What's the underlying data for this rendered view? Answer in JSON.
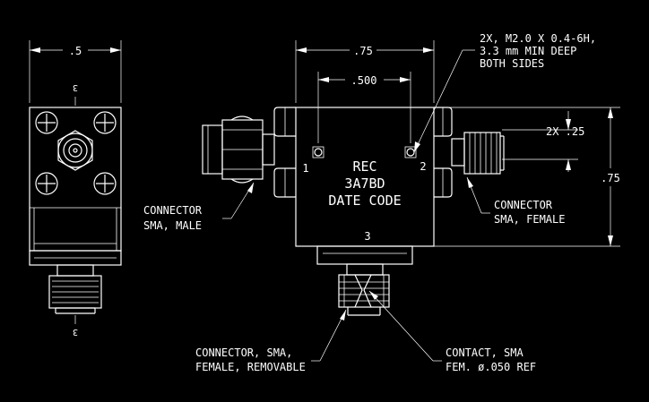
{
  "drawing": {
    "side_view": {
      "width_dim": ".5",
      "top_mark": "3",
      "bottom_mark": "3"
    },
    "front_view": {
      "width_dim": ".75",
      "hole_spacing_dim": ".500",
      "height_dim": ".75",
      "port_spacing_dim": "2X .25",
      "port_1": "1",
      "port_2": "2",
      "port_3": "3",
      "body_label_line1": "REC",
      "body_label_line2": "3A7BD",
      "body_label_line3": "DATE CODE",
      "thread_note_line1": "2X, M2.0 X 0.4-6H,",
      "thread_note_line2": "3.3 mm MIN DEEP",
      "thread_note_line3": "BOTH SIDES"
    },
    "callouts": {
      "male_connector_line1": "CONNECTOR",
      "male_connector_line2": "SMA, MALE",
      "female_connector_line1": "CONNECTOR",
      "female_connector_line2": "SMA, FEMALE",
      "removable_line1": "CONNECTOR, SMA,",
      "removable_line2": "FEMALE, REMOVABLE",
      "contact_line1": "CONTACT, SMA",
      "contact_line2": "FEM. ø.050 REF"
    }
  }
}
